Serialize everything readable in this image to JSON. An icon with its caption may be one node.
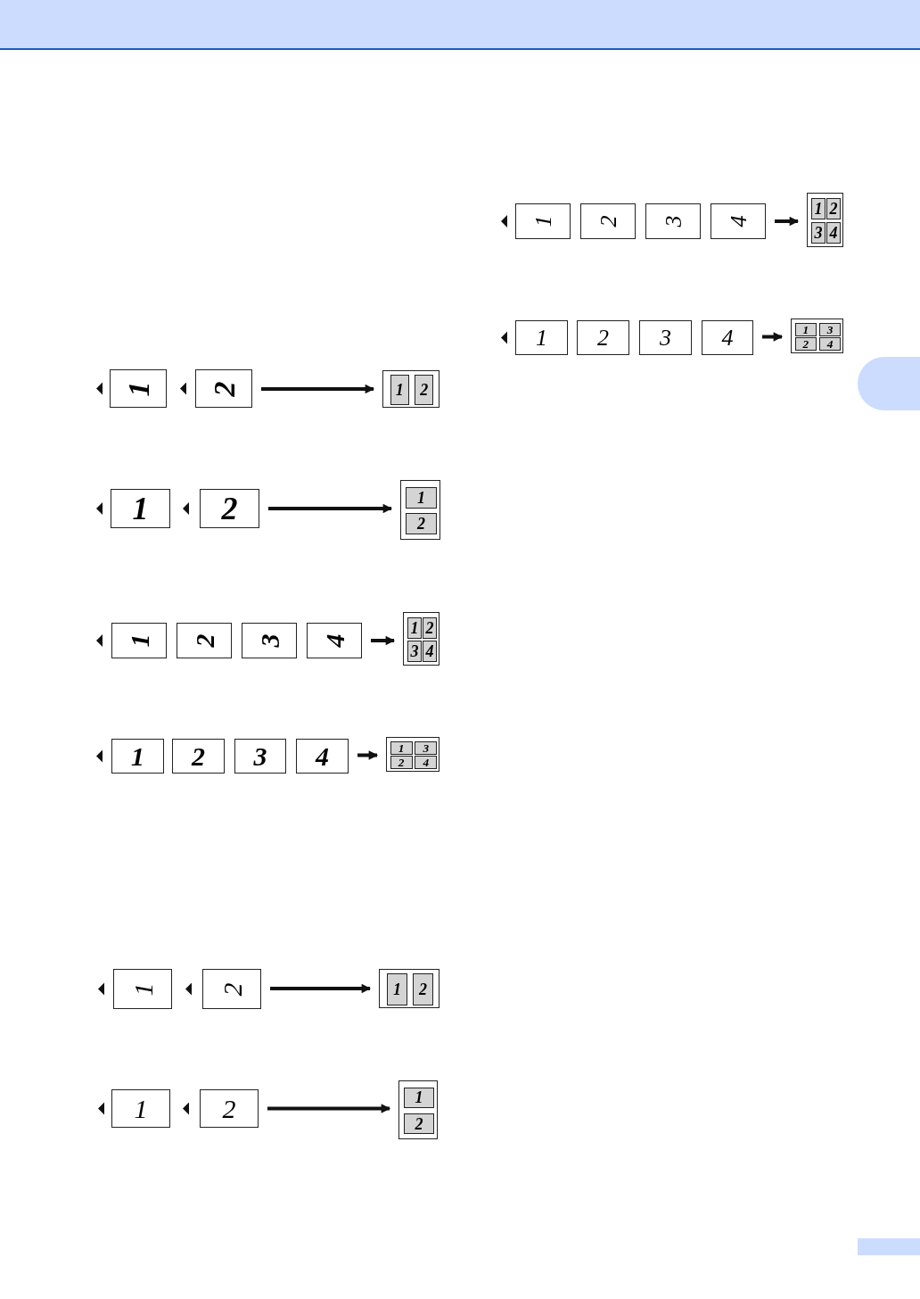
{
  "diagram": {
    "nodes": [
      {
        "text": [
          "1"
        ]
      },
      {
        "text": [
          "2"
        ]
      },
      {
        "text": [],
        "shape": "box"
      },
      {
        "text": [
          "1"
        ],
        "in": 2
      },
      {
        "text": [
          "2"
        ],
        "in": 2
      },
      {
        "text": [
          "1"
        ]
      },
      {
        "text": [
          "2"
        ]
      },
      {
        "text": [],
        "shape": "box"
      },
      {
        "text": [
          "1"
        ],
        "in": 7
      },
      {
        "text": [
          "2"
        ],
        "in": 7
      },
      {
        "text": [
          "1"
        ]
      },
      {
        "text": [
          "2"
        ]
      },
      {
        "text": [
          "3"
        ]
      },
      {
        "text": [
          "4"
        ]
      },
      {
        "text": [],
        "shape": "box"
      },
      {
        "text": [
          "1"
        ],
        "in": 14
      },
      {
        "text": [
          "2"
        ],
        "in": 14
      },
      {
        "text": [
          "3"
        ],
        "in": 14
      },
      {
        "text": [
          "4"
        ],
        "in": 14
      },
      {
        "text": [
          "1"
        ]
      },
      {
        "text": [
          "2"
        ]
      },
      {
        "text": [
          "3"
        ]
      },
      {
        "text": [
          "4"
        ]
      },
      {
        "text": [],
        "shape": "box"
      },
      {
        "text": [
          "1"
        ],
        "in": 23
      },
      {
        "text": [
          "3"
        ],
        "in": 23
      },
      {
        "text": [
          "2"
        ],
        "in": 23
      },
      {
        "text": [
          "4"
        ],
        "in": 23
      },
      {
        "text": [
          "1"
        ]
      },
      {
        "text": [
          "2"
        ]
      },
      {
        "text": [],
        "shape": "box"
      },
      {
        "text": [
          "1"
        ],
        "in": 30
      },
      {
        "text": [
          "2"
        ],
        "in": 30
      },
      {
        "text": [
          "1"
        ]
      },
      {
        "text": [
          "2"
        ]
      },
      {
        "text": [],
        "shape": "box"
      },
      {
        "text": [
          "1"
        ],
        "in": 35
      },
      {
        "text": [
          "2"
        ],
        "in": 35
      },
      {
        "text": [
          "1"
        ]
      },
      {
        "text": [
          "2"
        ]
      },
      {
        "text": [
          "3"
        ]
      },
      {
        "text": [
          "4"
        ]
      },
      {
        "text": [],
        "shape": "box"
      },
      {
        "text": [
          "1"
        ],
        "in": 42
      },
      {
        "text": [
          "2"
        ],
        "in": 42
      },
      {
        "text": [
          "3"
        ],
        "in": 42
      },
      {
        "text": [
          "4"
        ],
        "in": 42
      },
      {
        "text": [
          "1"
        ]
      },
      {
        "text": [
          "2"
        ]
      },
      {
        "text": [
          "3"
        ]
      },
      {
        "text": [
          "4"
        ]
      },
      {
        "text": [],
        "shape": "box"
      },
      {
        "text": [
          "1"
        ],
        "in": 51
      },
      {
        "text": [
          "3"
        ],
        "in": 51
      },
      {
        "text": [
          "2"
        ],
        "in": 51
      },
      {
        "text": [
          "4"
        ],
        "in": 51
      },
      {
        "text": [],
        "shape": "triangle"
      },
      {
        "text": [],
        "shape": "triangle"
      },
      {
        "text": [],
        "shape": "triangle"
      },
      {
        "text": [],
        "shape": "triangle"
      }
    ],
    "edges": [
      {
        "from": 1,
        "to": 2,
        "arrow": "to"
      },
      {
        "from": 6,
        "to": 7,
        "arrow": "to"
      },
      {
        "from": 13,
        "to": 14,
        "arrow": "to"
      },
      {
        "from": 22,
        "to": 23,
        "arrow": "to"
      },
      {
        "from": 29,
        "to": 30,
        "arrow": "to"
      },
      {
        "from": 34,
        "to": 35,
        "arrow": "to"
      },
      {
        "from": 41,
        "to": 42,
        "arrow": "to"
      },
      {
        "from": 50,
        "to": 51,
        "arrow": "to"
      }
    ]
  }
}
